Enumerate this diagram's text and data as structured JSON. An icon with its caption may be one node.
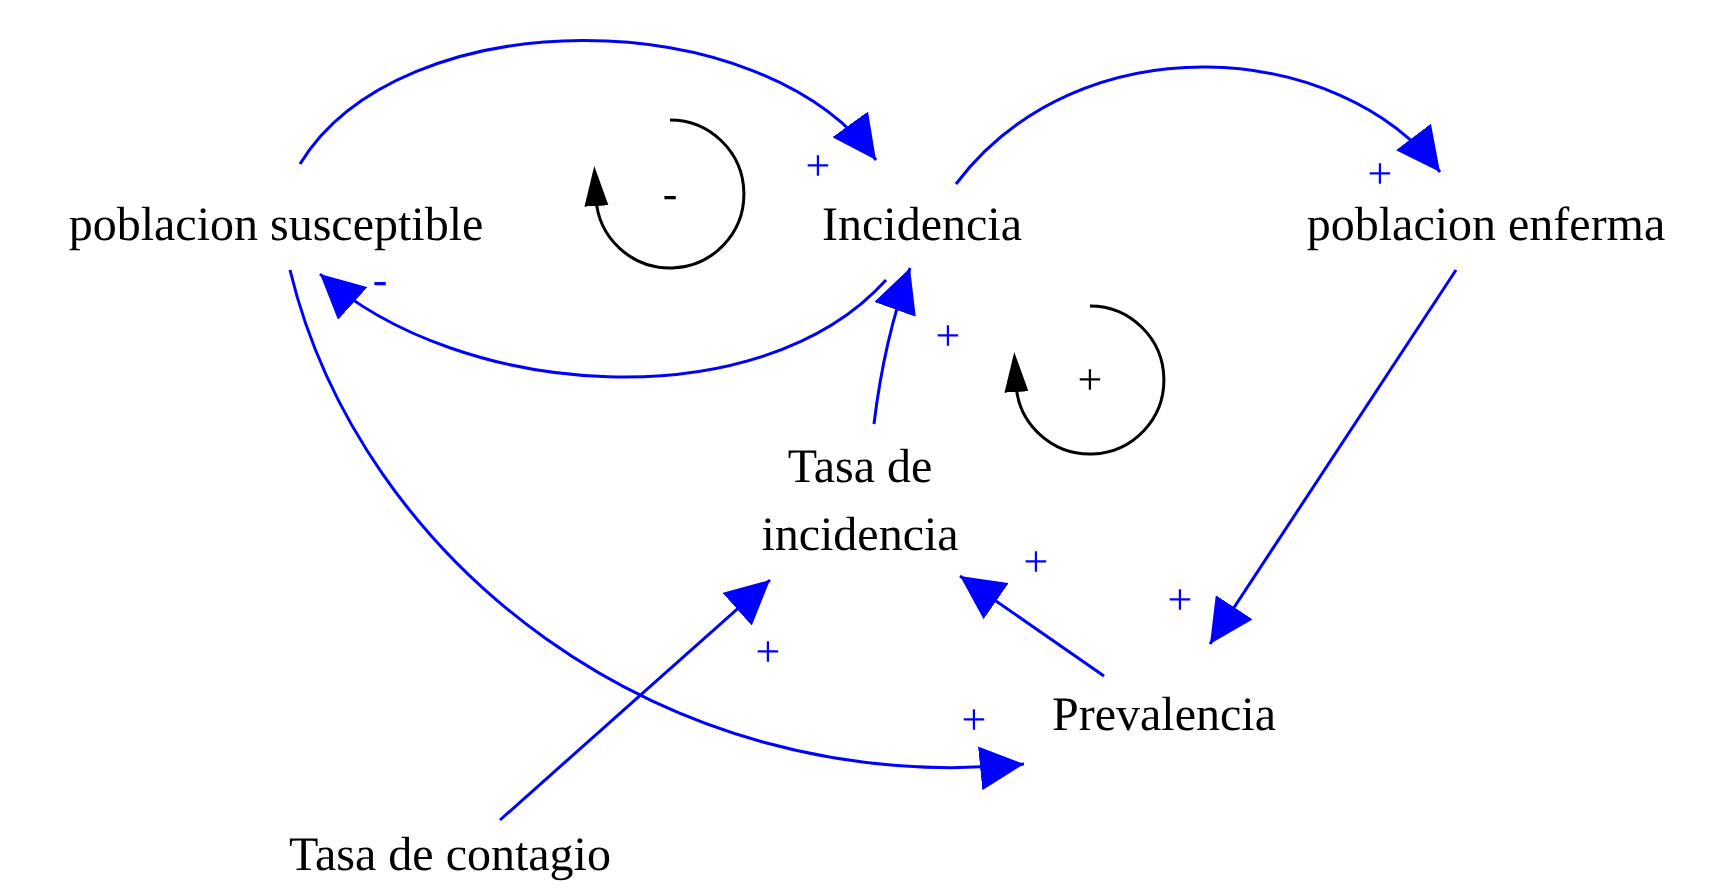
{
  "diagram": {
    "nodes": [
      {
        "text": [
          "poblacion susceptible"
        ]
      },
      {
        "text": [
          "Incidencia"
        ]
      },
      {
        "text": [
          "poblacion enferma"
        ]
      },
      {
        "text": [
          "Tasa de incidencia"
        ]
      },
      {
        "text": [
          "Prevalencia"
        ]
      },
      {
        "text": [
          "Tasa de contagio"
        ]
      }
    ],
    "edges": [
      {
        "from": 0,
        "to": 1,
        "arrow": "to",
        "label": "+"
      },
      {
        "from": 1,
        "to": 0,
        "arrow": "to",
        "label": "-"
      },
      {
        "from": 1,
        "to": 2,
        "arrow": "to",
        "label": "+"
      },
      {
        "from": 3,
        "to": 1,
        "arrow": "to",
        "label": "+"
      },
      {
        "from": 2,
        "to": 4,
        "arrow": "to",
        "label": "+"
      },
      {
        "from": 4,
        "to": 3,
        "arrow": "to",
        "label": "+"
      },
      {
        "from": 5,
        "to": 3,
        "arrow": "to",
        "label": "+"
      },
      {
        "from": 0,
        "to": 4,
        "arrow": "to",
        "label": "+"
      }
    ],
    "labels": [
      "-",
      "+"
    ]
  }
}
